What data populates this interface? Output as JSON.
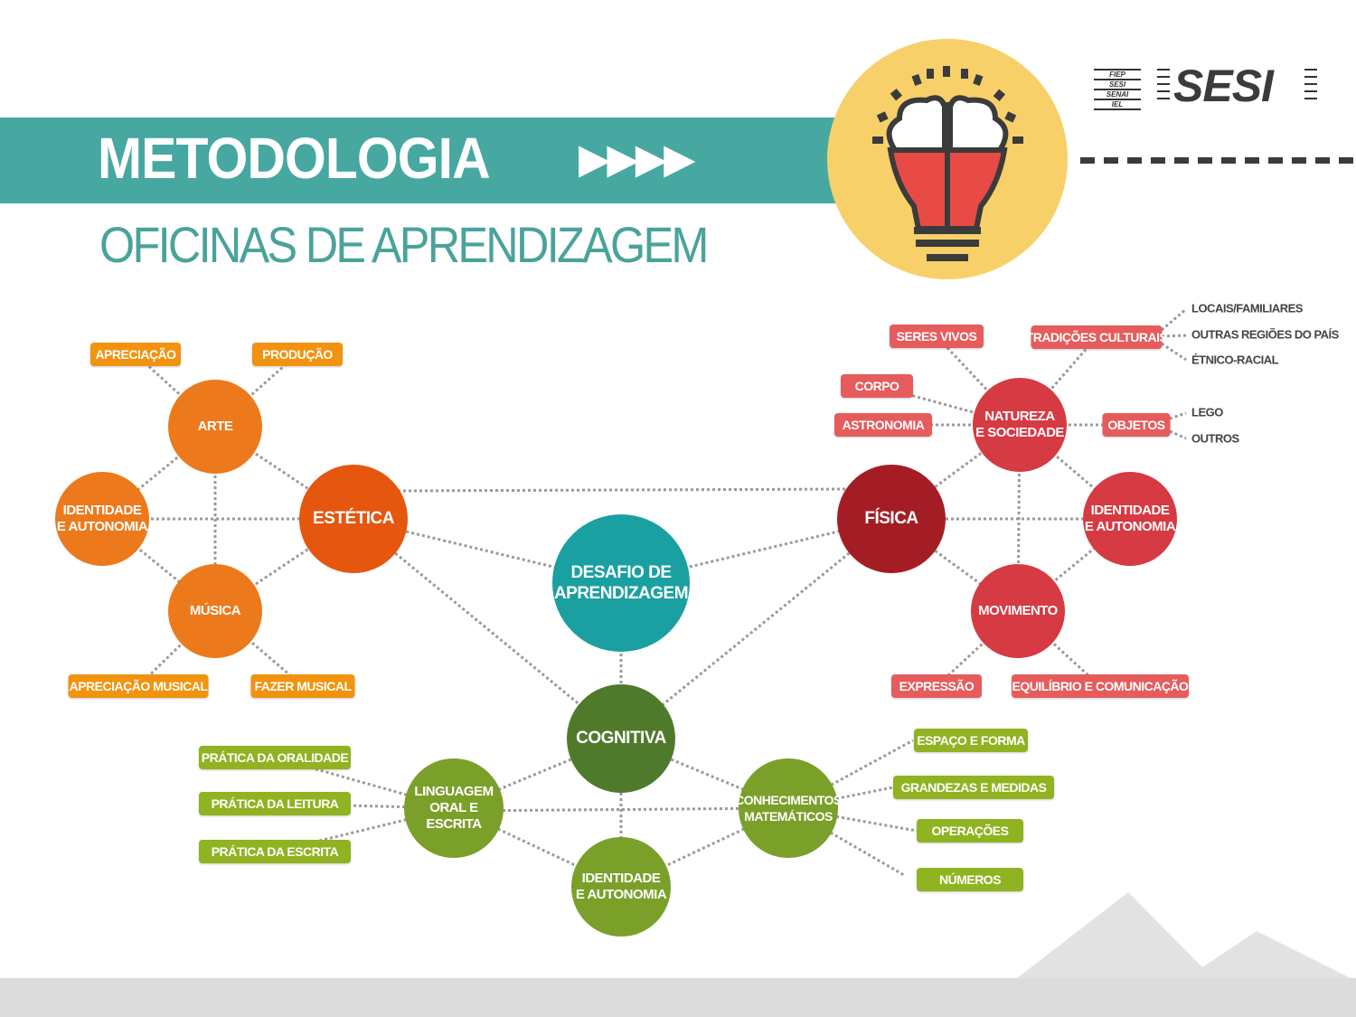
{
  "header": {
    "title": "METODOLOGIA",
    "arrows": "▶▶▶▶",
    "subtitle": "OFICINAS DE APRENDIZAGEM"
  },
  "logo": {
    "small": [
      "FIEP",
      "SESI",
      "SENAI",
      "IEL"
    ],
    "main": "SESI"
  },
  "icon": "lightbulb-brain-icon",
  "colors": {
    "teal": "#46a8a0",
    "orange": "#ec7a1c",
    "red": "#d63a42",
    "green": "#7aa02a",
    "yellow": "#f8d06a"
  },
  "nodes": {
    "arte": "ARTE",
    "identidade_left": "IDENTIDADE\nE AUTONOMIA",
    "estetica": "ESTÉTICA",
    "musica": "MÚSICA",
    "desafio": "DESAFIO DE\nAPRENDIZAGEM",
    "cognitiva": "COGNITIVA",
    "linguagem": "LINGUAGEM\nORAL E\nESCRITA",
    "conhecimentos": "CONHECIMENTOS\nMATEMÁTICOS",
    "identidade_bottom": "IDENTIDADE\nE AUTONOMIA",
    "fisica": "FÍSICA",
    "natureza": "NATUREZA\nE SOCIEDADE",
    "identidade_right": "IDENTIDADE\nE AUTONOMIA",
    "movimento": "MOVIMENTO"
  },
  "pills": {
    "apreciacao": "APRECIAÇÃO",
    "producao": "PRODUÇÃO",
    "apreciacao_musical": "APRECIAÇÃO MUSICAL",
    "fazer_musical": "FAZER MUSICAL",
    "seres_vivos": "SERES VIVOS",
    "tradicoes": "TRADIÇÕES CULTURAIS",
    "corpo": "CORPO",
    "astronomia": "ASTRONOMIA",
    "objetos": "OBJETOS",
    "expressao": "EXPRESSÃO",
    "equilibrio": "EQUILÍBRIO E COMUNICAÇÃO",
    "oralidade": "PRÁTICA DA ORALIDADE",
    "leitura": "PRÁTICA DA LEITURA",
    "escrita": "PRÁTICA DA ESCRITA",
    "espaco": "ESPAÇO E FORMA",
    "grandezas": "GRANDEZAS E MEDIDAS",
    "operacoes": "OPERAÇÕES",
    "numeros": "NÚMEROS"
  },
  "labels": {
    "locais": "LOCAIS/FAMILIARES",
    "outras": "OUTRAS REGIÕES DO PAÍS",
    "etnico": "ÉTNICO-RACIAL",
    "lego": "LEGO",
    "outros": "OUTROS"
  }
}
